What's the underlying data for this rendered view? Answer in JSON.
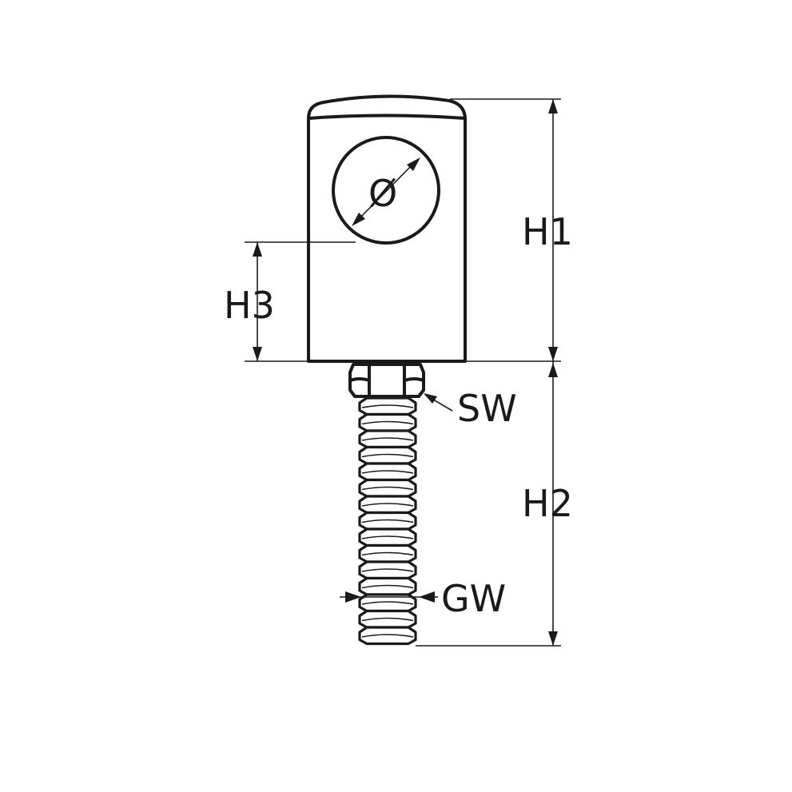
{
  "drawing": {
    "labels": {
      "h1": "H1",
      "h2": "H2",
      "h3": "H3",
      "sw": "SW",
      "gw": "GW",
      "diameter": "Ø"
    }
  },
  "colors": {
    "line": "#1a1a1a",
    "background": "#ffffff"
  }
}
